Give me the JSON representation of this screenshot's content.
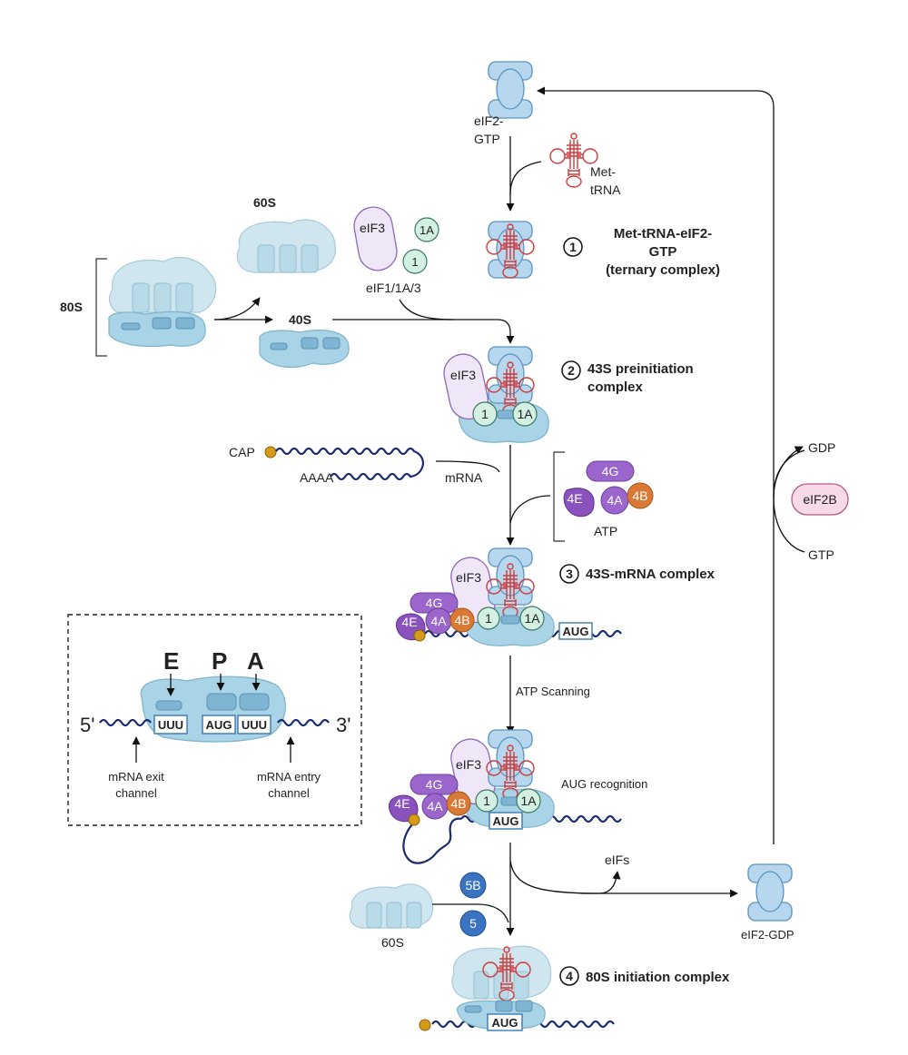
{
  "labels": {
    "eif2_gtp_top": "eIF2-",
    "eif2_gtp_bottom": "GTP",
    "met_trna_top": "Met-",
    "met_trna_bottom": "tRNA",
    "s60": "60S",
    "s80": "80S",
    "s40": "40S",
    "eif3": "eIF3",
    "f1a": "1A",
    "f1": "1",
    "eif1_group": "eIF1/1A/3",
    "cap": "CAP",
    "aaaa": "AAAA",
    "mrna": "mRNA",
    "f4g": "4G",
    "f4e": "4E",
    "f4a": "4A",
    "f4b": "4B",
    "atp": "ATP",
    "atp_scanning": "ATP Scanning",
    "aug_recognition": "AUG recognition",
    "aug": "AUG",
    "eifs": "eIFs",
    "eif2_gdp": "eIF2-GDP",
    "gdp": "GDP",
    "gtp": "GTP",
    "eif2b": "eIF2B",
    "f5b": "5B",
    "f5": "5",
    "s60_bottom": "60S"
  },
  "steps": [
    {
      "num": "1",
      "title_l1": "Met-tRNA-eIF2-",
      "title_l2": "GTP",
      "title_l3": "(ternary complex)"
    },
    {
      "num": "2",
      "title_l1": "43S preinitiation",
      "title_l2": "complex"
    },
    {
      "num": "3",
      "title_l1": "43S-mRNA complex"
    },
    {
      "num": "4",
      "title_l1": "80S initiation complex"
    }
  ],
  "inset": {
    "site_e": "E",
    "site_p": "P",
    "site_a": "A",
    "five_prime": "5'",
    "three_prime": "3'",
    "codon_1": "UUU",
    "codon_2": "AUG",
    "codon_3": "UUU",
    "exit_l1": "mRNA exit",
    "exit_l2": "channel",
    "entry_l1": "mRNA entry",
    "entry_l2": "channel"
  }
}
